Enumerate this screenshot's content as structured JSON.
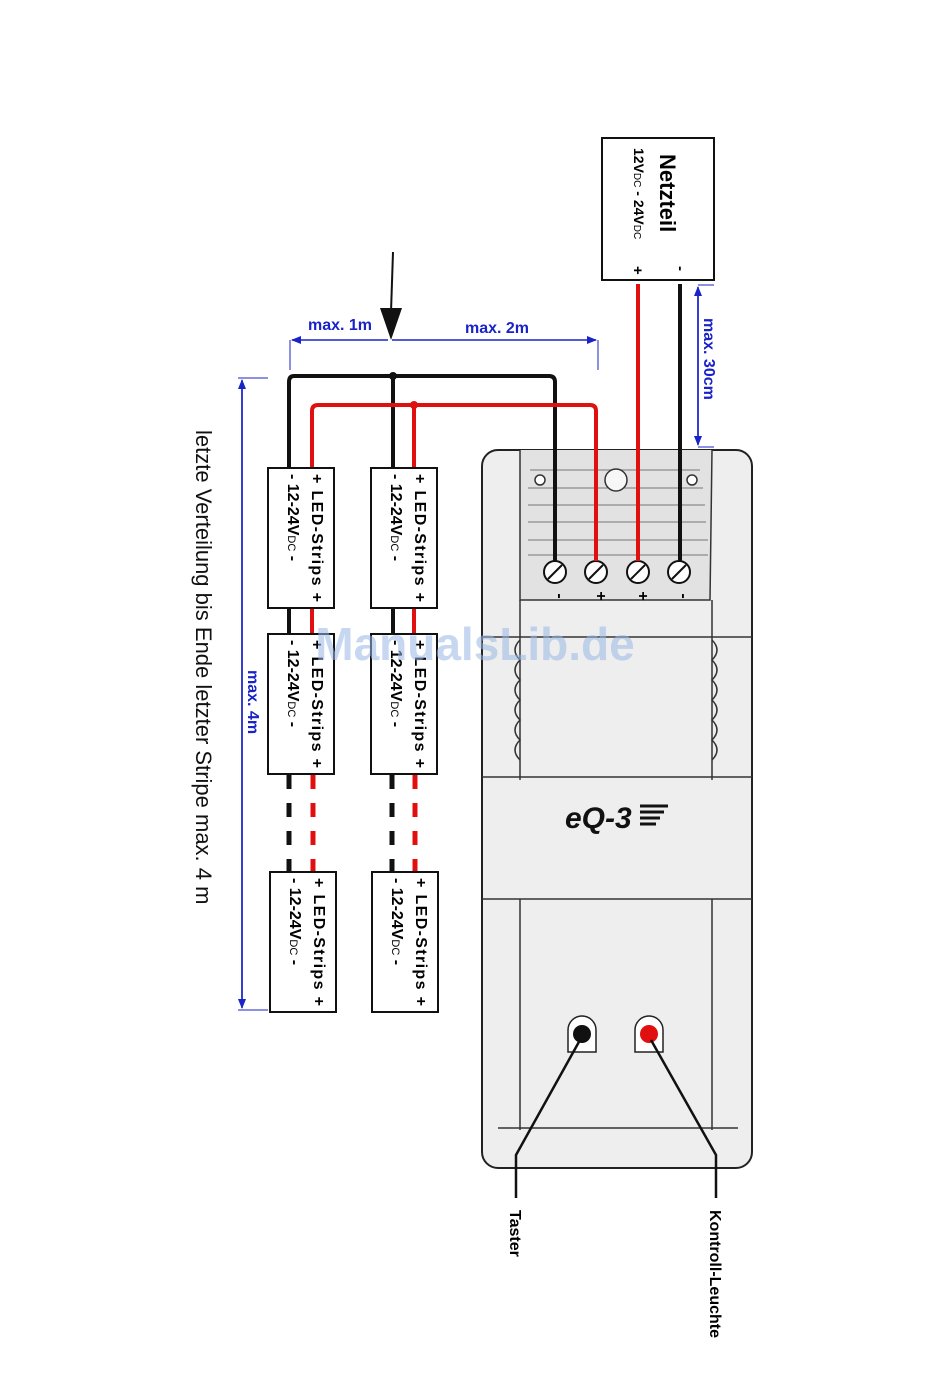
{
  "psu": {
    "title": "Netzteil",
    "voltage_main": "12V",
    "dc1": "DC",
    "voltage_sep": " - 24V",
    "dc2": "DC",
    "plus": "+",
    "minus": "-"
  },
  "dimensions": {
    "max_1m": "max. 1m",
    "max_2m": "max. 2m",
    "max_30cm": "max. 30cm",
    "max_4m": "max. 4m"
  },
  "strip": {
    "plus": "+",
    "minus": "-",
    "name": "LED-Strips",
    "voltage": "12-24V",
    "dc": "DC"
  },
  "terminals": [
    "-",
    "+",
    "+",
    "-"
  ],
  "logo": "eQ-3",
  "outputs": {
    "taster": "Taster",
    "kontroll": "Kontroll-Leuchte"
  },
  "note": "letzte Verteilung bis Ende letzter Stripe max. 4 m",
  "watermark": "ManualsLib.de",
  "colors": {
    "positive_wire": "#e01010",
    "negative_wire": "#111111",
    "dimension": "#1a23c8",
    "housing": "#eeeeee"
  }
}
